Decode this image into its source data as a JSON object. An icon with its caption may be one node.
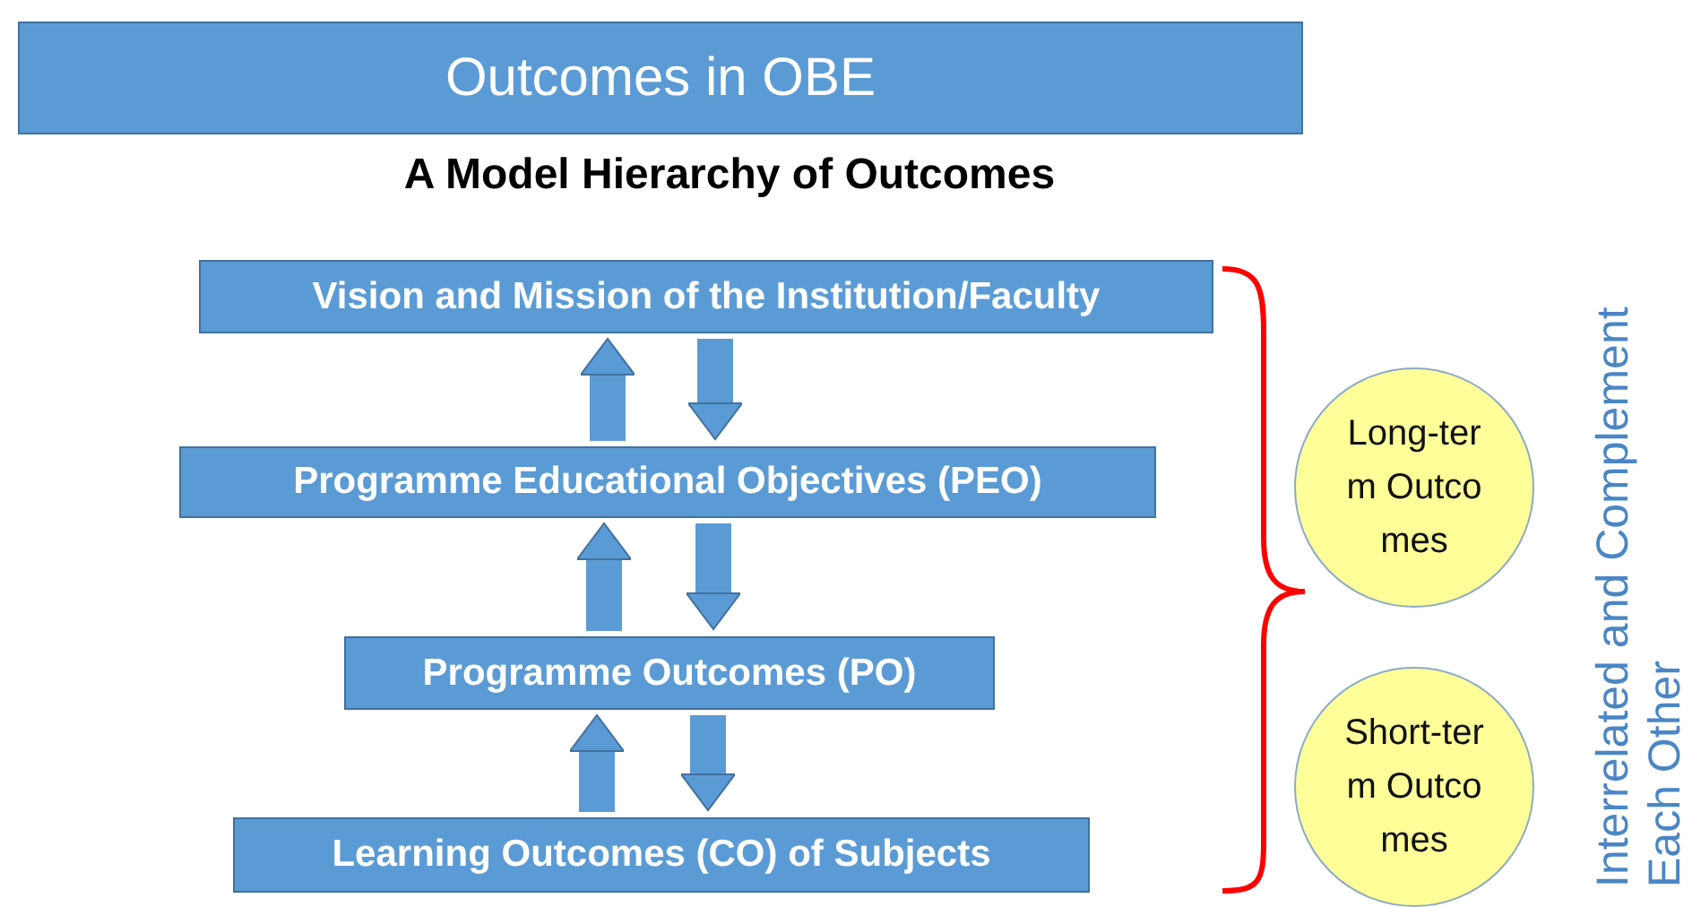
{
  "diagram": {
    "title": "Outcomes in OBE",
    "nodes": [
      {
        "text": [
          "Vision and Mission of the Institution/Faculty"
        ]
      },
      {
        "text": [
          "Programme Educational Objectives (PEO)"
        ]
      },
      {
        "text": [
          "Programme Outcomes (PO)"
        ]
      },
      {
        "text": [
          "Learning Outcomes (CO) of Subjects"
        ]
      },
      {
        "text": [
          "Long-term Outcomes"
        ]
      },
      {
        "text": [
          "Short-term Outcomes"
        ]
      }
    ],
    "edges": [
      {
        "from": 1,
        "to": 0,
        "arrow": "to"
      },
      {
        "from": 0,
        "to": 1,
        "arrow": "to"
      },
      {
        "from": 2,
        "to": 1,
        "arrow": "to"
      },
      {
        "from": 1,
        "to": 2,
        "arrow": "to"
      },
      {
        "from": 3,
        "to": 2,
        "arrow": "to"
      },
      {
        "from": 2,
        "to": 3,
        "arrow": "to"
      }
    ],
    "labels": [
      "A Model Hierarchy of Outcomes",
      "Interrelated and Complement Each Other"
    ]
  }
}
